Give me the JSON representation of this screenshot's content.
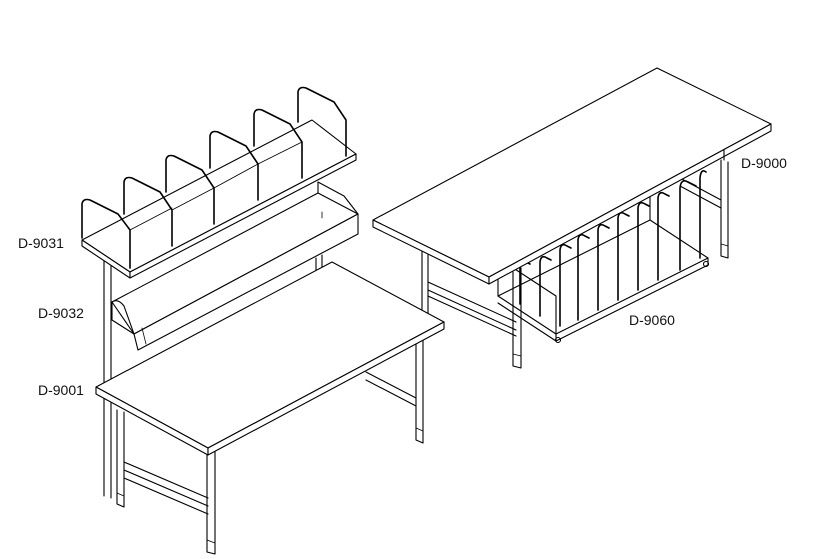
{
  "labels": {
    "d9031": "D-9031",
    "d9032": "D-9032",
    "d9001": "D-9001",
    "d9000": "D-9000",
    "d9060": "D-9060"
  }
}
